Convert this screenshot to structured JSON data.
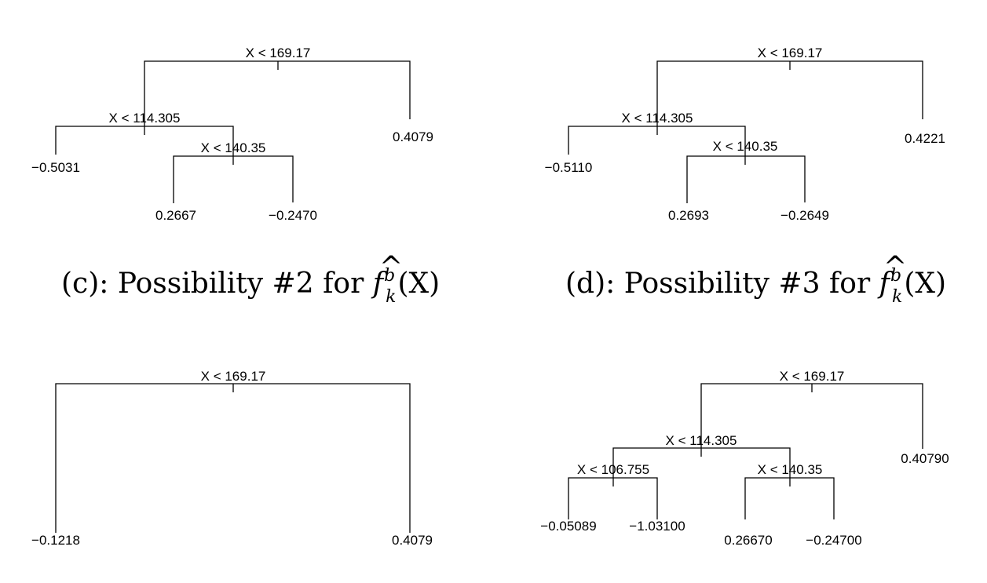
{
  "captions": {
    "c": {
      "text": "(c): Possibility #2 for ",
      "symbol": {
        "f": "f",
        "sup": "b",
        "sub": "k",
        "arg": "(X)"
      }
    },
    "d": {
      "text": "(d): Possibility #3 for ",
      "symbol": {
        "f": "f",
        "sup": "b",
        "sub": "k",
        "arg": "(X)"
      }
    }
  },
  "trees": {
    "top_left": {
      "root_split": "X < 169.17",
      "left_split": "X < 114.305",
      "inner_split": "X < 140.35",
      "leaves": [
        "−0.5031",
        "0.2667",
        "−0.2470",
        "0.4079"
      ]
    },
    "top_right": {
      "root_split": "X < 169.17",
      "left_split": "X < 114.305",
      "inner_split": "X < 140.35",
      "leaves": [
        "−0.5110",
        "0.2693",
        "−0.2649",
        "0.4221"
      ]
    },
    "bottom_left": {
      "root_split": "X < 169.17",
      "leaves": [
        "−0.1218",
        "0.4079"
      ]
    },
    "bottom_right": {
      "root_split": "X < 169.17",
      "left_split": "X < 114.305",
      "ll_split": "X < 106.755",
      "lr_split": "X < 140.35",
      "leaves": [
        "−0.05089",
        "−1.03100",
        "0.26670",
        "−0.24700",
        "0.40790"
      ]
    }
  }
}
